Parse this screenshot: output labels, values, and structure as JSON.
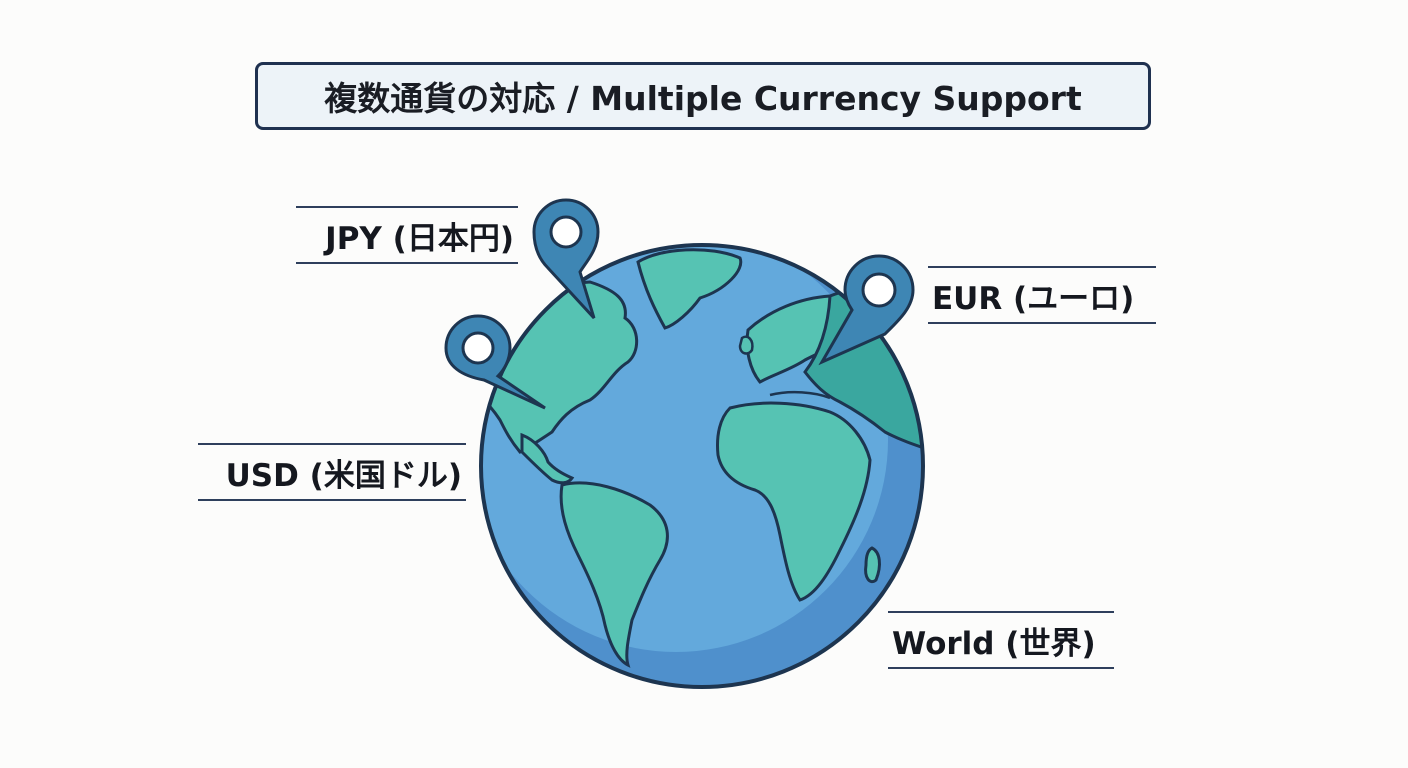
{
  "title": "複数通貨の対応 / Multiple Currency Support",
  "labels": {
    "jpy": "JPY (日本円)",
    "eur": "EUR (ユーロ)",
    "usd": "USD (米国ドル)",
    "world": "World (世界)"
  },
  "colors": {
    "ocean": "#63a9dc",
    "ocean_shade": "#4f90cc",
    "land": "#56c3b3",
    "land_shade": "#3aa79f",
    "outline": "#1d3550",
    "pin_fill": "#3e86b4",
    "pin_outline": "#1d3550",
    "pin_hole": "#ffffff",
    "title_border": "#1f3150",
    "title_bg": "#edf3f8"
  },
  "icons": [
    "globe-icon",
    "map-pin-icon"
  ]
}
